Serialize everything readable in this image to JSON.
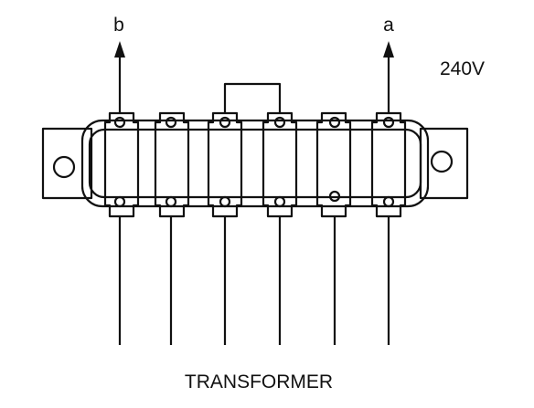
{
  "labels": {
    "terminal_b": "b",
    "terminal_a": "a",
    "voltage": "240V",
    "caption": "TRANSFORMER"
  },
  "colors": {
    "ink": "#111111",
    "background": "#ffffff"
  }
}
